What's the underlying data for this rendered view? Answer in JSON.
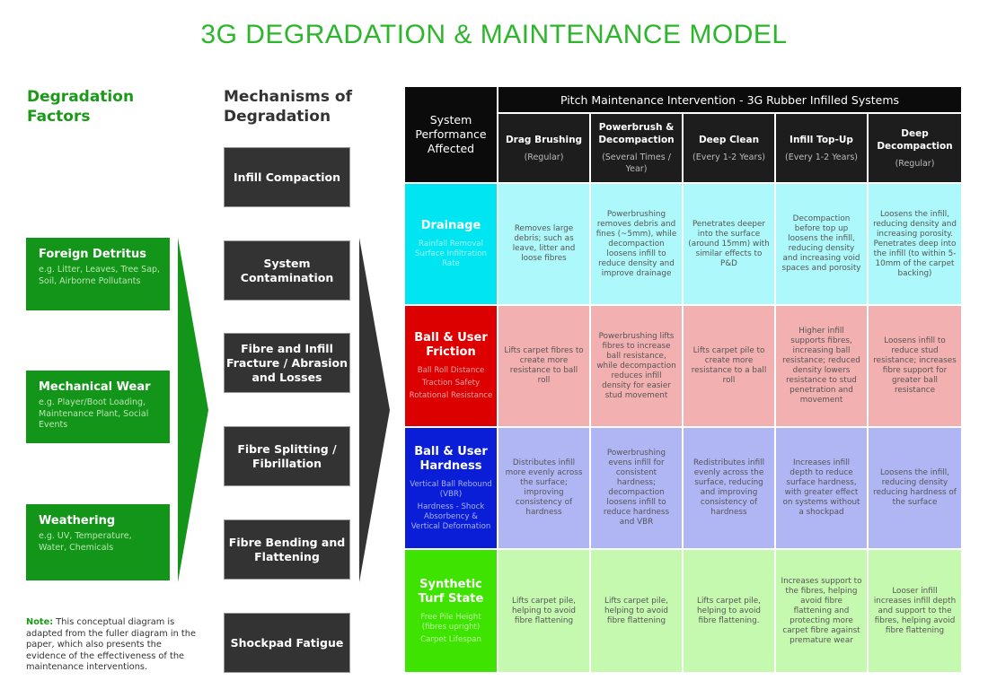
{
  "title": "3G DEGRADATION & MAINTENANCE MODEL",
  "colors": {
    "title_green": "#2db52b",
    "factor_green": "#13951a",
    "mechanism_dark": "#333333",
    "header_black": "#0b0b0b"
  },
  "factors_heading": "Degradation Factors",
  "mechanisms_heading": "Mechanisms of Degradation",
  "factors": [
    {
      "name": "Foreign Detritus",
      "desc": "e.g. Litter, Leaves, Tree Sap, Soil, Airborne Pollutants"
    },
    {
      "name": "Mechanical Wear",
      "desc": "e.g. Player/Boot Loading, Maintenance Plant, Social Events"
    },
    {
      "name": "Weathering",
      "desc": "e.g. UV, Temperature, Water, Chemicals"
    }
  ],
  "mechanisms": [
    "Infill Compaction",
    "System Contamination",
    "Fibre and Infill Fracture / Abrasion and Losses",
    "Fibre Splitting / Fibrillation",
    "Fibre Bending and Flattening",
    "Shockpad Fatigue"
  ],
  "note": {
    "label": "Note:",
    "text": " This conceptual diagram is adapted from the fuller diagram in the paper, which also presents the evidence of the effectiveness of the maintenance interventions."
  },
  "table": {
    "corner": "System Performance Affected",
    "title": "Pitch Maintenance Intervention - 3G Rubber Infilled Systems",
    "interventions": [
      {
        "name": "Drag Brushing",
        "freq": "(Regular)"
      },
      {
        "name": "Powerbrush & Decompaction",
        "freq": "(Several Times / Year)"
      },
      {
        "name": "Deep Clean",
        "freq": "(Every 1-2 Years)"
      },
      {
        "name": "Infill Top-Up",
        "freq": "(Every 1-2 Years)"
      },
      {
        "name": "Deep Decompaction",
        "freq": "(Regular)"
      }
    ],
    "rows": [
      {
        "name": "Drainage",
        "sub": [
          "Rainfall Removal Surface Infiltration Rate"
        ],
        "head_color": "#00e5f2",
        "sub_color": "#9ff4fa",
        "cell_color": "#adf8fb",
        "cells": [
          "Removes large debris; such as leave, litter and loose fibres",
          "Powerbrushing removes debris and fines (~5mm), while decompaction loosens infill to reduce density and improve drainage",
          "Penetrates deeper into the surface (around 15mm) with similar effects to P&D",
          "Decompaction before top up loosens the infill, reducing density and increasing void spaces and porosity",
          "Loosens the infill, reducing density and increasing porosity. Penetrates deep into the infill (to within 5-10mm of the carpet backing)"
        ]
      },
      {
        "name": "Ball & User Friction",
        "sub": [
          "Ball Roll Distance",
          "Traction Safety",
          "Rotational Resistance"
        ],
        "head_color": "#dc0000",
        "sub_color": "#f4a3a3",
        "cell_color": "#f3b0b0",
        "cells": [
          "Lifts carpet fibres to create more resistance to ball roll",
          "Powerbrushing lifts fibres to increase ball resistance, while decompaction reduces infill density for easier stud movement",
          "Lifts carpet pile to create more resistance to a ball roll",
          "Higher infill supports fibres, increasing ball resistance; reduced density lowers resistance to stud penetration and movement",
          "Loosens infill to reduce stud resistance; increases fibre support for greater ball resistance"
        ]
      },
      {
        "name": "Ball & User Hardness",
        "sub": [
          "Vertical Ball Rebound (VBR)",
          "Hardness - Shock Absorbency & Vertical Deformation"
        ],
        "head_color": "#0a1ed8",
        "sub_color": "#a9b3f5",
        "cell_color": "#b0b6f4",
        "cells": [
          "Distributes infill more evenly across the surface; improving consistency of hardness",
          "Powerbrushing evens infill for consistent hardness; decompaction loosens infill to reduce hardness and VBR",
          "Redistributes infill evenly across the surface, reducing and improving consistency of hardness",
          "Increases infill depth to reduce surface hardness, with greater effect on systems without a shockpad",
          "Loosens the infill, reducing density reducing hardness of the surface"
        ]
      },
      {
        "name": "Synthetic Turf State",
        "sub": [
          "Free Pile Height (fibres upright)",
          "Carpet Lifespan"
        ],
        "head_color": "#3fe300",
        "sub_color": "#b9f7a0",
        "cell_color": "#c6f9b0",
        "cells": [
          "Lifts carpet pile, helping to avoid fibre flattening",
          "Lifts carpet pile, helping to avoid fibre flattening",
          "Lifts carpet pile, helping to avoid fibre flattening.",
          "Increases support to the fibres, helping avoid fibre flattening and protecting more carpet fibre against premature wear",
          "Looser infill increases infill depth and support to the fibres, helping avoid fibre flattening"
        ]
      }
    ]
  }
}
